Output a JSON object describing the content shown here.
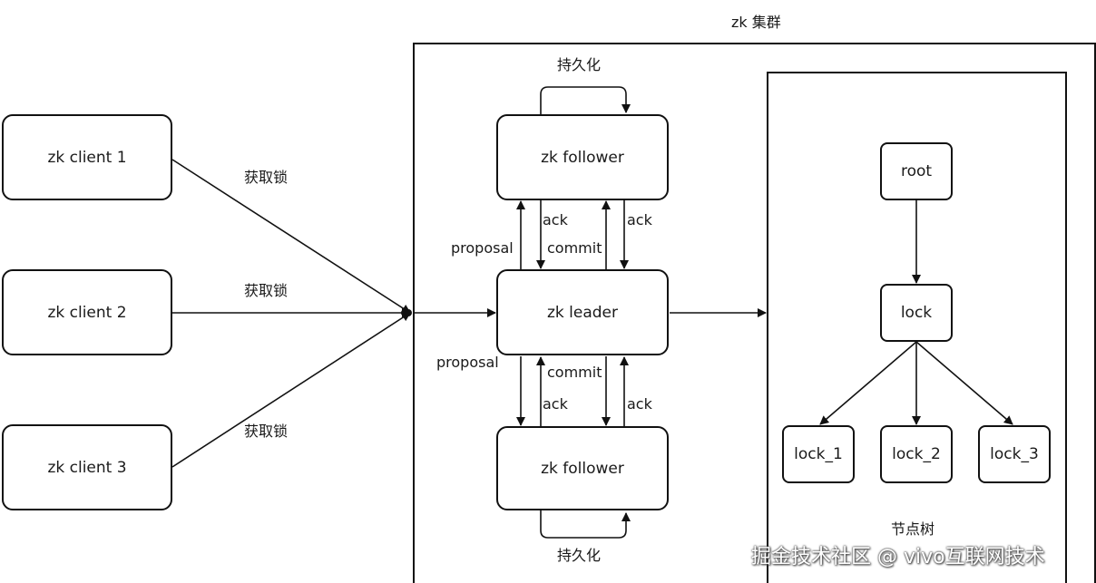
{
  "cluster_title": "zk 集群",
  "tree_title": "节点树",
  "clients": [
    "zk client 1",
    "zk client 2",
    "zk client 3"
  ],
  "lock_edge_label": "获取锁",
  "leader": "zk leader",
  "follower": "zk follower",
  "persist_label": "持久化",
  "proposal_label": "proposal",
  "commit_label": "commit",
  "ack_label": "ack",
  "tree": {
    "root": "root",
    "lock": "lock",
    "children": [
      "lock_1",
      "lock_2",
      "lock_3"
    ]
  },
  "watermark": "掘金技术社区 @ vivo互联网技术"
}
